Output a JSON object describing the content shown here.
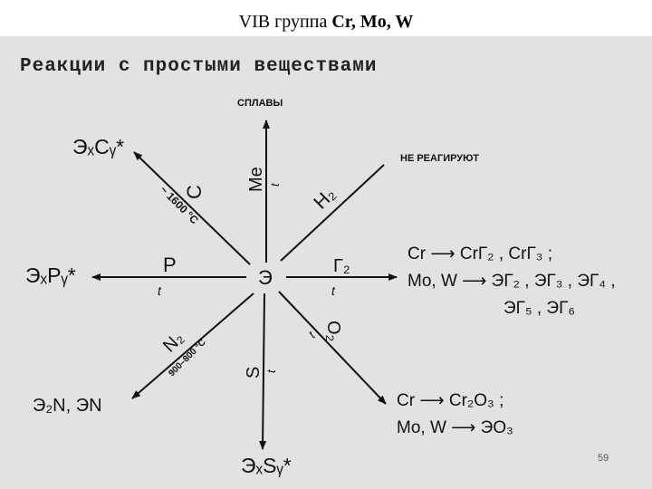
{
  "title": {
    "prefix": "VIB  группа",
    "elements": "Cr, Mo, W"
  },
  "subtitle": "Реакции с простыми веществами",
  "center": "Э",
  "top_label": "сплавы",
  "h2_result": "не реагируют",
  "branches": {
    "top": {
      "reagent": "Me",
      "condition": "t"
    },
    "top_left": {
      "reagent": "C",
      "condition": "~ 1600 °C",
      "product": "ЭₓCᵧ*"
    },
    "top_right": {
      "reagent": "H₂"
    },
    "left": {
      "reagent": "P",
      "condition": "t",
      "product": "ЭₓPᵧ*"
    },
    "right": {
      "reagent": "Г₂",
      "condition": "t"
    },
    "bottom_left": {
      "reagent": "N₂",
      "condition": "900–800 °C",
      "product": "Э₂N, ЭN"
    },
    "bottom": {
      "reagent": "S",
      "condition": "t",
      "product": "ЭₓSᵧ*"
    },
    "bottom_right": {
      "reagent": "O₂",
      "condition": "t"
    }
  },
  "halogen_products": {
    "cr_line": "Cr ⟶ CrГ₂ , CrГ₃ ;",
    "mow_line1": "Mo, W ⟶ ЭГ₂ , ЭГ₃ , ЭГ₄ ,",
    "mow_line2": "ЭГ₅ , ЭГ₆"
  },
  "oxygen_products": {
    "cr_line": "Cr ⟶ Cr₂O₃ ;",
    "mow_line": "Mo, W ⟶ ЭО₃"
  },
  "page_number": "59"
}
